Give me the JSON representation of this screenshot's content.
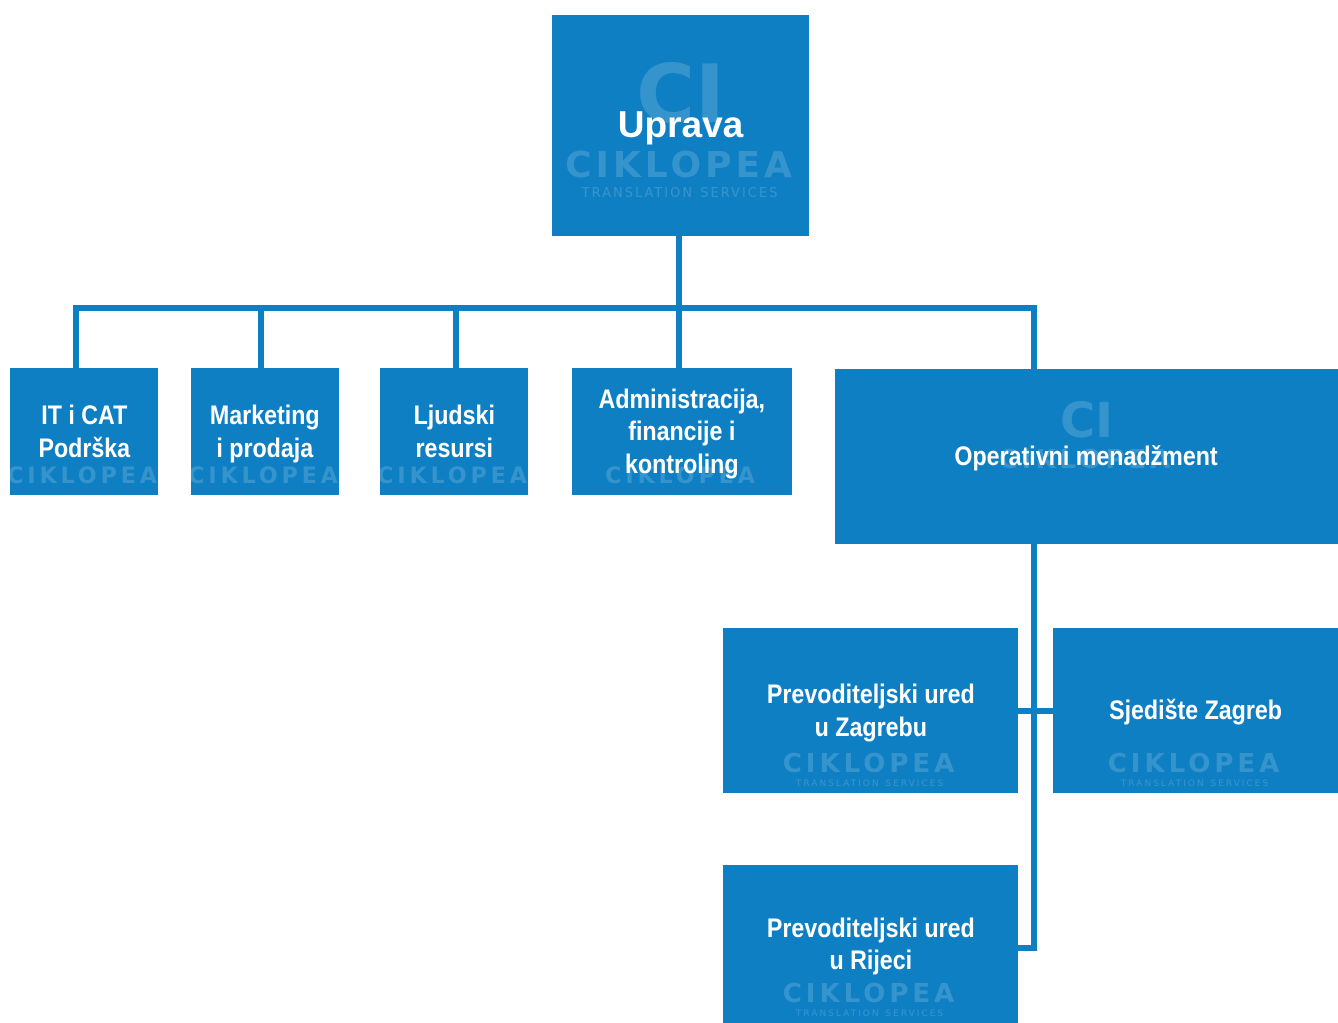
{
  "diagram": {
    "type": "org-chart",
    "colors": {
      "box_fill": "#0f7fc4",
      "connector": "#0f7fc4",
      "text": "#ffffff",
      "background": "#ffffff"
    },
    "watermark": {
      "logo": "CI",
      "word": "CIKLOPEA",
      "sub": "TRANSLATION SERVICES"
    },
    "nodes": {
      "uprava": "Uprava",
      "it": "IT i CAT\nPodrška",
      "marketing": "Marketing\ni prodaja",
      "ljudski": "Ljudski\nresursi",
      "admin": "Administracija,\nfinancije i\nkontroling",
      "operativni": "Operativni menadžment",
      "zagreb": "Prevoditeljski ured\nu Zagrebu",
      "sjediste": "Sjedište Zagreb",
      "rijeka": "Prevoditeljski ured\nu Rijeci"
    },
    "edges": [
      [
        "uprava",
        "it"
      ],
      [
        "uprava",
        "marketing"
      ],
      [
        "uprava",
        "ljudski"
      ],
      [
        "uprava",
        "admin"
      ],
      [
        "uprava",
        "operativni"
      ],
      [
        "operativni",
        "zagreb"
      ],
      [
        "operativni",
        "sjediste"
      ],
      [
        "operativni",
        "rijeka"
      ]
    ]
  }
}
